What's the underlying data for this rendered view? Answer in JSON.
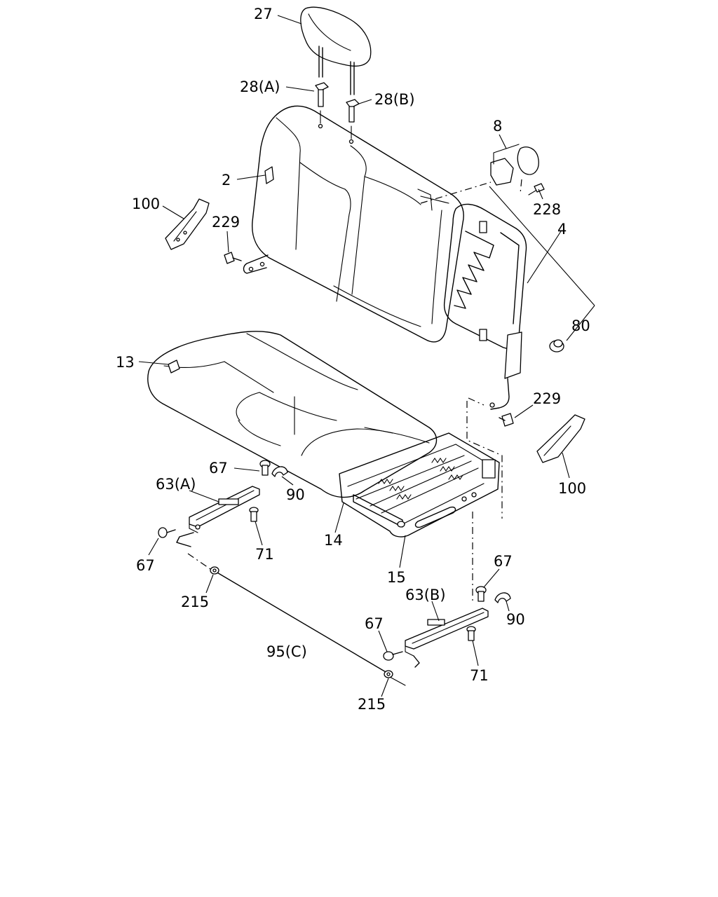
{
  "diagram": {
    "callouts": [
      {
        "id": "p27",
        "text": "27"
      },
      {
        "id": "p28a",
        "text": "28(A)"
      },
      {
        "id": "p28b",
        "text": "28(B)"
      },
      {
        "id": "p8",
        "text": "8"
      },
      {
        "id": "p228",
        "text": "228"
      },
      {
        "id": "p2",
        "text": "2"
      },
      {
        "id": "p100a",
        "text": "100"
      },
      {
        "id": "p229a",
        "text": "229"
      },
      {
        "id": "p4",
        "text": "4"
      },
      {
        "id": "p80",
        "text": "80"
      },
      {
        "id": "p13",
        "text": "13"
      },
      {
        "id": "p229b",
        "text": "229"
      },
      {
        "id": "p100b",
        "text": "100"
      },
      {
        "id": "p67a",
        "text": "67"
      },
      {
        "id": "p63a",
        "text": "63(A)"
      },
      {
        "id": "p90a",
        "text": "90"
      },
      {
        "id": "p71a",
        "text": "71"
      },
      {
        "id": "p67b",
        "text": "67"
      },
      {
        "id": "p14",
        "text": "14"
      },
      {
        "id": "p15",
        "text": "15"
      },
      {
        "id": "p215a",
        "text": "215"
      },
      {
        "id": "p67c",
        "text": "67"
      },
      {
        "id": "p63b",
        "text": "63(B)"
      },
      {
        "id": "p90b",
        "text": "90"
      },
      {
        "id": "p67d",
        "text": "67"
      },
      {
        "id": "p95c",
        "text": "95(C)"
      },
      {
        "id": "p71b",
        "text": "71"
      },
      {
        "id": "p215b",
        "text": "215"
      }
    ]
  }
}
